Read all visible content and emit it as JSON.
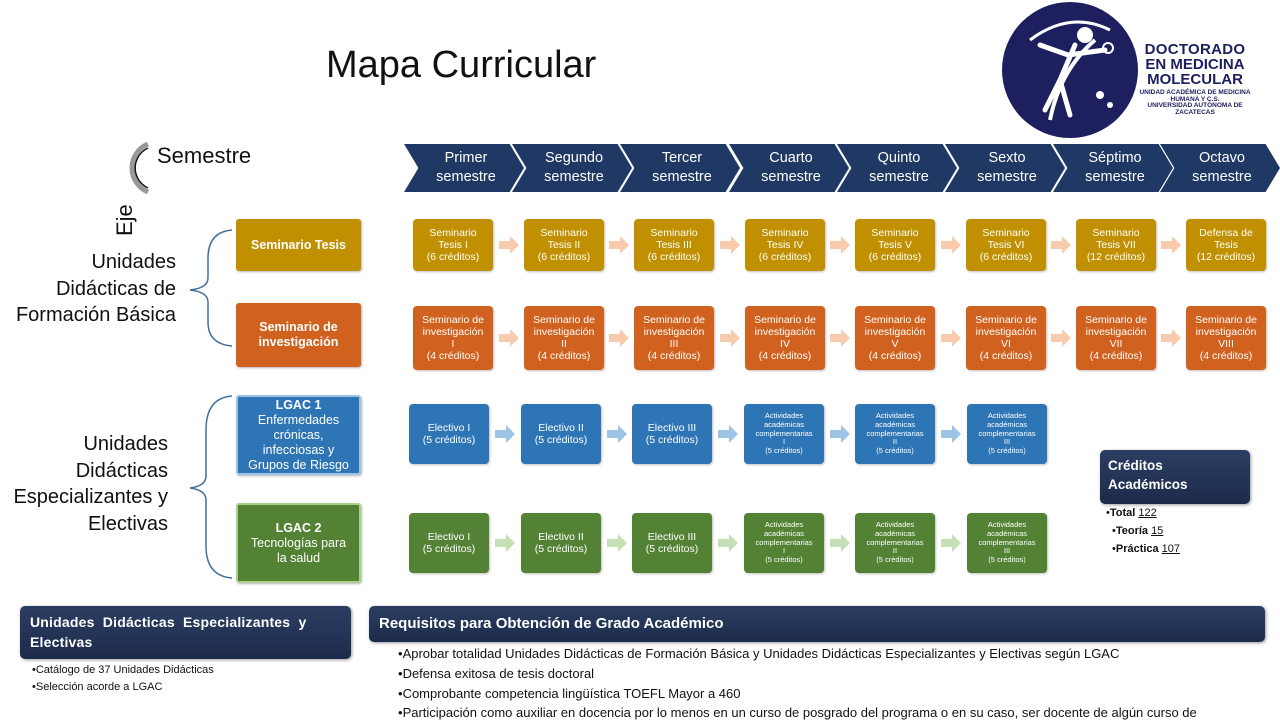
{
  "title": "Mapa Curricular",
  "logo": {
    "line1": "DOCTORADO",
    "line2": "EN MEDICINA",
    "line3": "MOLECULAR",
    "line4": "UNIDAD ACADÉMICA DE MEDICINA HUMANA Y C.S.",
    "line5": "UNIVERSIDAD AUTÓNOMA DE ZACATECAS"
  },
  "axis": {
    "semestre": "Semestre",
    "eje": "Eje"
  },
  "semesters": [
    {
      "l1": "Primer",
      "l2": "semestre"
    },
    {
      "l1": "Segundo",
      "l2": "semestre"
    },
    {
      "l1": "Tercer",
      "l2": "semestre"
    },
    {
      "l1": "Cuarto",
      "l2": "semestre"
    },
    {
      "l1": "Quinto",
      "l2": "semestre"
    },
    {
      "l1": "Sexto",
      "l2": "semestre"
    },
    {
      "l1": "Séptimo",
      "l2": "semestre"
    },
    {
      "l1": "Octavo",
      "l2": "semestre"
    }
  ],
  "groups": {
    "basica": [
      "Unidades",
      "Didácticas de",
      "Formación Básica"
    ],
    "especial": [
      "Unidades",
      "Didácticas",
      "Especializantes y",
      "Electivas"
    ]
  },
  "rows": {
    "tesis": {
      "header": "Seminario Tesis",
      "color": "#c09000",
      "items": [
        [
          "Seminario",
          "Tesis I",
          "(6 créditos)"
        ],
        [
          "Seminario",
          "Tesis II",
          "(6 créditos)"
        ],
        [
          "Seminario",
          "Tesis III",
          "(6 créditos)"
        ],
        [
          "Seminario",
          "Tesis IV",
          "(6 créditos)"
        ],
        [
          "Seminario",
          "Tesis V",
          "(6 créditos)"
        ],
        [
          "Seminario",
          "Tesis VI",
          "(6 créditos)"
        ],
        [
          "Seminario",
          "Tesis VII",
          "(12 créditos)"
        ],
        [
          "Defensa de",
          "Tesis",
          "(12 créditos)"
        ]
      ]
    },
    "investigacion": {
      "header1": "Seminario de",
      "header2": "investigación",
      "color": "#d0611f",
      "items": [
        [
          "Seminario de",
          "investigación",
          "I",
          "(4 créditos)"
        ],
        [
          "Seminario de",
          "investigación",
          "II",
          "(4 créditos)"
        ],
        [
          "Seminario de",
          "investigación",
          "III",
          "(4 créditos)"
        ],
        [
          "Seminario de",
          "investigación",
          "IV",
          "(4 créditos)"
        ],
        [
          "Seminario de",
          "investigación",
          "V",
          "(4 créditos)"
        ],
        [
          "Seminario de",
          "investigación",
          "VI",
          "(4 créditos)"
        ],
        [
          "Seminario de",
          "investigación",
          "VII",
          "(4 créditos)"
        ],
        [
          "Seminario de",
          "investigación",
          "VIII",
          "(4 créditos)"
        ]
      ]
    },
    "lgac1": {
      "header": "LGAC 1",
      "sub": [
        "Enfermedades",
        "crónicas,",
        "infecciosas y",
        "Grupos de Riesgo"
      ],
      "color": "#2e75b6",
      "items": [
        [
          "Electivo I",
          "(5 créditos)"
        ],
        [
          "Electivo II",
          "(5 créditos)"
        ],
        [
          "Electivo III",
          "(5 créditos)"
        ],
        [
          "Actividades",
          "académicas",
          "complementarias",
          "I",
          "(5 créditos)"
        ],
        [
          "Actividades",
          "académicas",
          "complementarias",
          "II",
          "(5 créditos)"
        ],
        [
          "Actividades",
          "académicas",
          "complementarias",
          "III",
          "(5 créditos)"
        ]
      ]
    },
    "lgac2": {
      "header": "LGAC 2",
      "sub": [
        "Tecnologías para",
        "la salud"
      ],
      "color": "#548235",
      "items": [
        [
          "Electivo I",
          "(5 créditos)"
        ],
        [
          "Electivo II",
          "(5 créditos)"
        ],
        [
          "Electivo III",
          "(5 créditos)"
        ],
        [
          "Actividades",
          "académicas",
          "complementarias",
          "I",
          "(5 créditos)"
        ],
        [
          "Actividades",
          "académicas",
          "complementarias",
          "II",
          "(5 créditos)"
        ],
        [
          "Actividades",
          "académicas",
          "complementarias",
          "III",
          "(5 créditos)"
        ]
      ]
    }
  },
  "credits": {
    "title1": "Créditos",
    "title2": "Académicos",
    "total_label": "Total",
    "total": "122",
    "teoria_label": "Teoría",
    "teoria": "15",
    "practica_label": "Práctica",
    "practica": "107"
  },
  "panel_left": {
    "title1": "Unidades  Didácticas  Especializantes  y",
    "title2": "Electivas",
    "items": [
      "Catálogo de 37 Unidades Didácticas",
      "Selección acorde a LGAC"
    ]
  },
  "panel_right": {
    "title": "Requisitos para Obtención de Grado Académico",
    "items": [
      "Aprobar totalidad Unidades Didácticas de Formación Básica y Unidades Didácticas Especializantes y Electivas según LGAC",
      "Defensa exitosa de tesis doctoral",
      "Comprobante competencia lingüística TOEFL Mayor a 460",
      "Participación como auxiliar en docencia por lo menos en un curso de posgrado del programa o en su caso, ser docente de algún curso de"
    ]
  }
}
